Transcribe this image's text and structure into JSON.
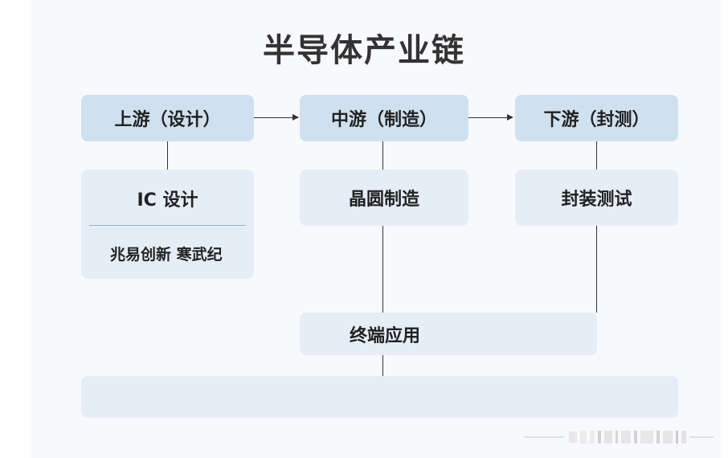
{
  "diagram": {
    "title": "半导体产业链",
    "upstream": {
      "header": "上游（设计）",
      "content_title": "IC 设计",
      "companies": "兆易创新 寒武纪"
    },
    "midstream": {
      "header": "中游（制造）",
      "content_title": "晶圆制造"
    },
    "downstream": {
      "header": "下游（封测）",
      "content_title": "封装测试"
    },
    "terminal": {
      "label": "终端应用"
    },
    "bottom_bar": {
      "label": ""
    }
  },
  "colors": {
    "header_fill": "#cfe1ef",
    "content_fill": "#e5eef6",
    "line": "#333333",
    "text": "#222222"
  }
}
